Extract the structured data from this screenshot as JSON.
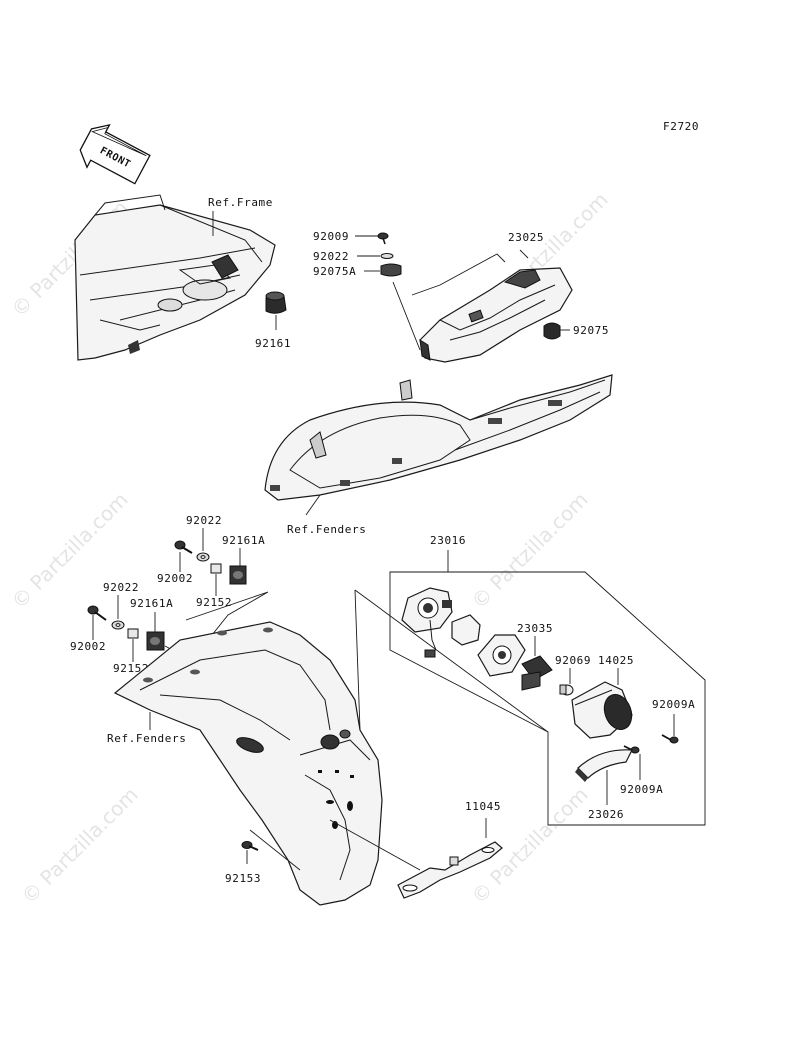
{
  "figure_code": "F2720",
  "front_arrow": "FRONT",
  "watermark": "© Partzilla.com",
  "refs": {
    "frame": "Ref.Frame",
    "fenders_top": "Ref.Fenders",
    "fenders_bottom": "Ref.Fenders"
  },
  "labels": {
    "p92161": "92161",
    "p92009": "92009",
    "p92022_a": "92022",
    "p92075A": "92075A",
    "p23025": "23025",
    "p92075": "92075",
    "p92022_b": "92022",
    "p92161A_a": "92161A",
    "p92002_a": "92002",
    "p92152_a": "92152",
    "p92022_c": "92022",
    "p92161A_b": "92161A",
    "p92002_b": "92002",
    "p92152_b": "92152",
    "p23016": "23016",
    "p23035": "23035",
    "p92069": "92069",
    "p14025": "14025",
    "p92009A_a": "92009A",
    "p92009A_b": "92009A",
    "p23026": "23026",
    "p11045": "11045",
    "p92153": "92153"
  }
}
